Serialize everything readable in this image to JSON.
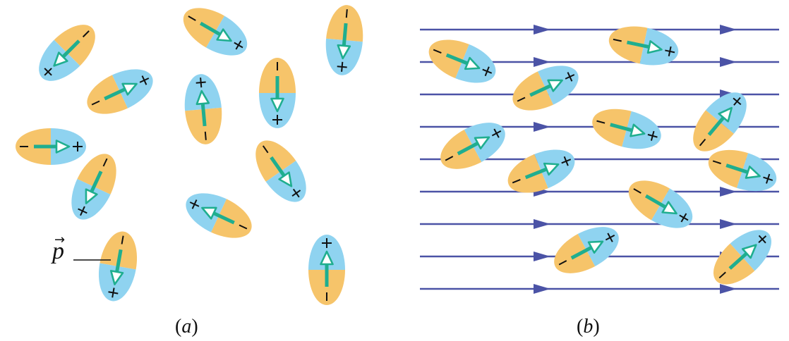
{
  "panels": {
    "a": {
      "label_open": "(",
      "label_letter": "a",
      "label_close": ")"
    },
    "b": {
      "label_open": "(",
      "label_letter": "b",
      "label_close": ")"
    }
  },
  "dipole_symbol": {
    "letter": "p",
    "accent": "→"
  },
  "charges": {
    "positive": "+",
    "negative": "−"
  },
  "colors": {
    "positive_half": "#8fd3f0",
    "negative_half": "#f6c46a",
    "dipole_arrow": "#1fae8f",
    "field_line": "#4b53a6"
  }
}
